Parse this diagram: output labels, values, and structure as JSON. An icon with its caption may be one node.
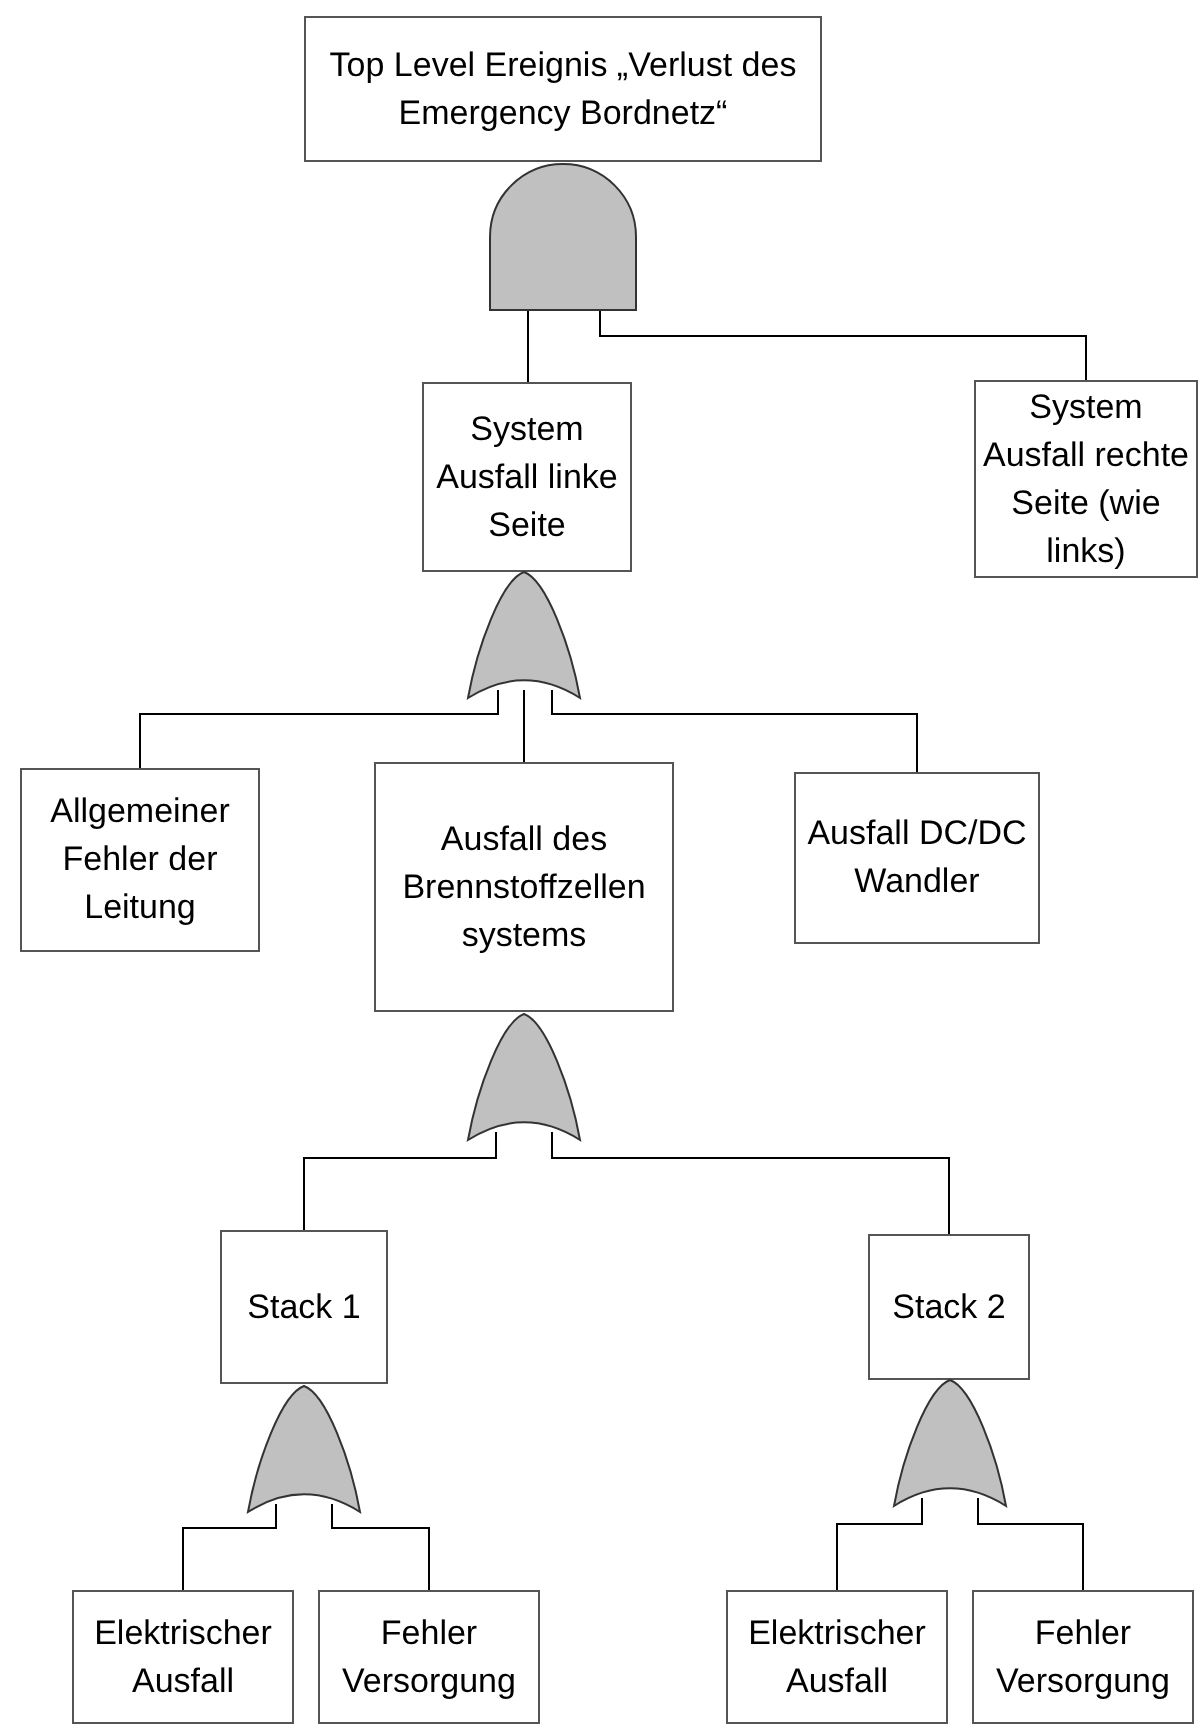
{
  "diagram": {
    "nodes": [
      {
        "text": [
          "Top Level Ereignis „Verlust des Emergency Bordnetz“"
        ]
      },
      {
        "text": [],
        "shape": "and-gate"
      },
      {
        "text": [
          "System Ausfall linke Seite"
        ]
      },
      {
        "text": [
          "System Ausfall rechte Seite (wie links)"
        ]
      },
      {
        "text": [],
        "shape": "or-gate"
      },
      {
        "text": [
          "Allgemeiner Fehler der Leitung"
        ]
      },
      {
        "text": [
          "Ausfall des Brennstoffzellen systems"
        ]
      },
      {
        "text": [
          "Ausfall DC/DC Wandler"
        ]
      },
      {
        "text": [],
        "shape": "or-gate"
      },
      {
        "text": [
          "Stack 1"
        ]
      },
      {
        "text": [
          "Stack 2"
        ]
      },
      {
        "text": [],
        "shape": "or-gate"
      },
      {
        "text": [],
        "shape": "or-gate"
      },
      {
        "text": [
          "Elektrischer Ausfall"
        ]
      },
      {
        "text": [
          "Fehler Versorgung"
        ]
      },
      {
        "text": [
          "Elektrischer Ausfall"
        ]
      },
      {
        "text": [
          "Fehler Versorgung"
        ]
      }
    ],
    "edges": [
      {
        "from": 1,
        "to": 2,
        "arrow": "none"
      },
      {
        "from": 1,
        "to": 3,
        "arrow": "none"
      },
      {
        "from": 4,
        "to": 5,
        "arrow": "none"
      },
      {
        "from": 4,
        "to": 6,
        "arrow": "none"
      },
      {
        "from": 4,
        "to": 7,
        "arrow": "none"
      },
      {
        "from": 8,
        "to": 9,
        "arrow": "none"
      },
      {
        "from": 8,
        "to": 10,
        "arrow": "none"
      },
      {
        "from": 11,
        "to": 13,
        "arrow": "none"
      },
      {
        "from": 11,
        "to": 14,
        "arrow": "none"
      },
      {
        "from": 12,
        "to": 15,
        "arrow": "none"
      },
      {
        "from": 12,
        "to": 16,
        "arrow": "none"
      }
    ]
  }
}
